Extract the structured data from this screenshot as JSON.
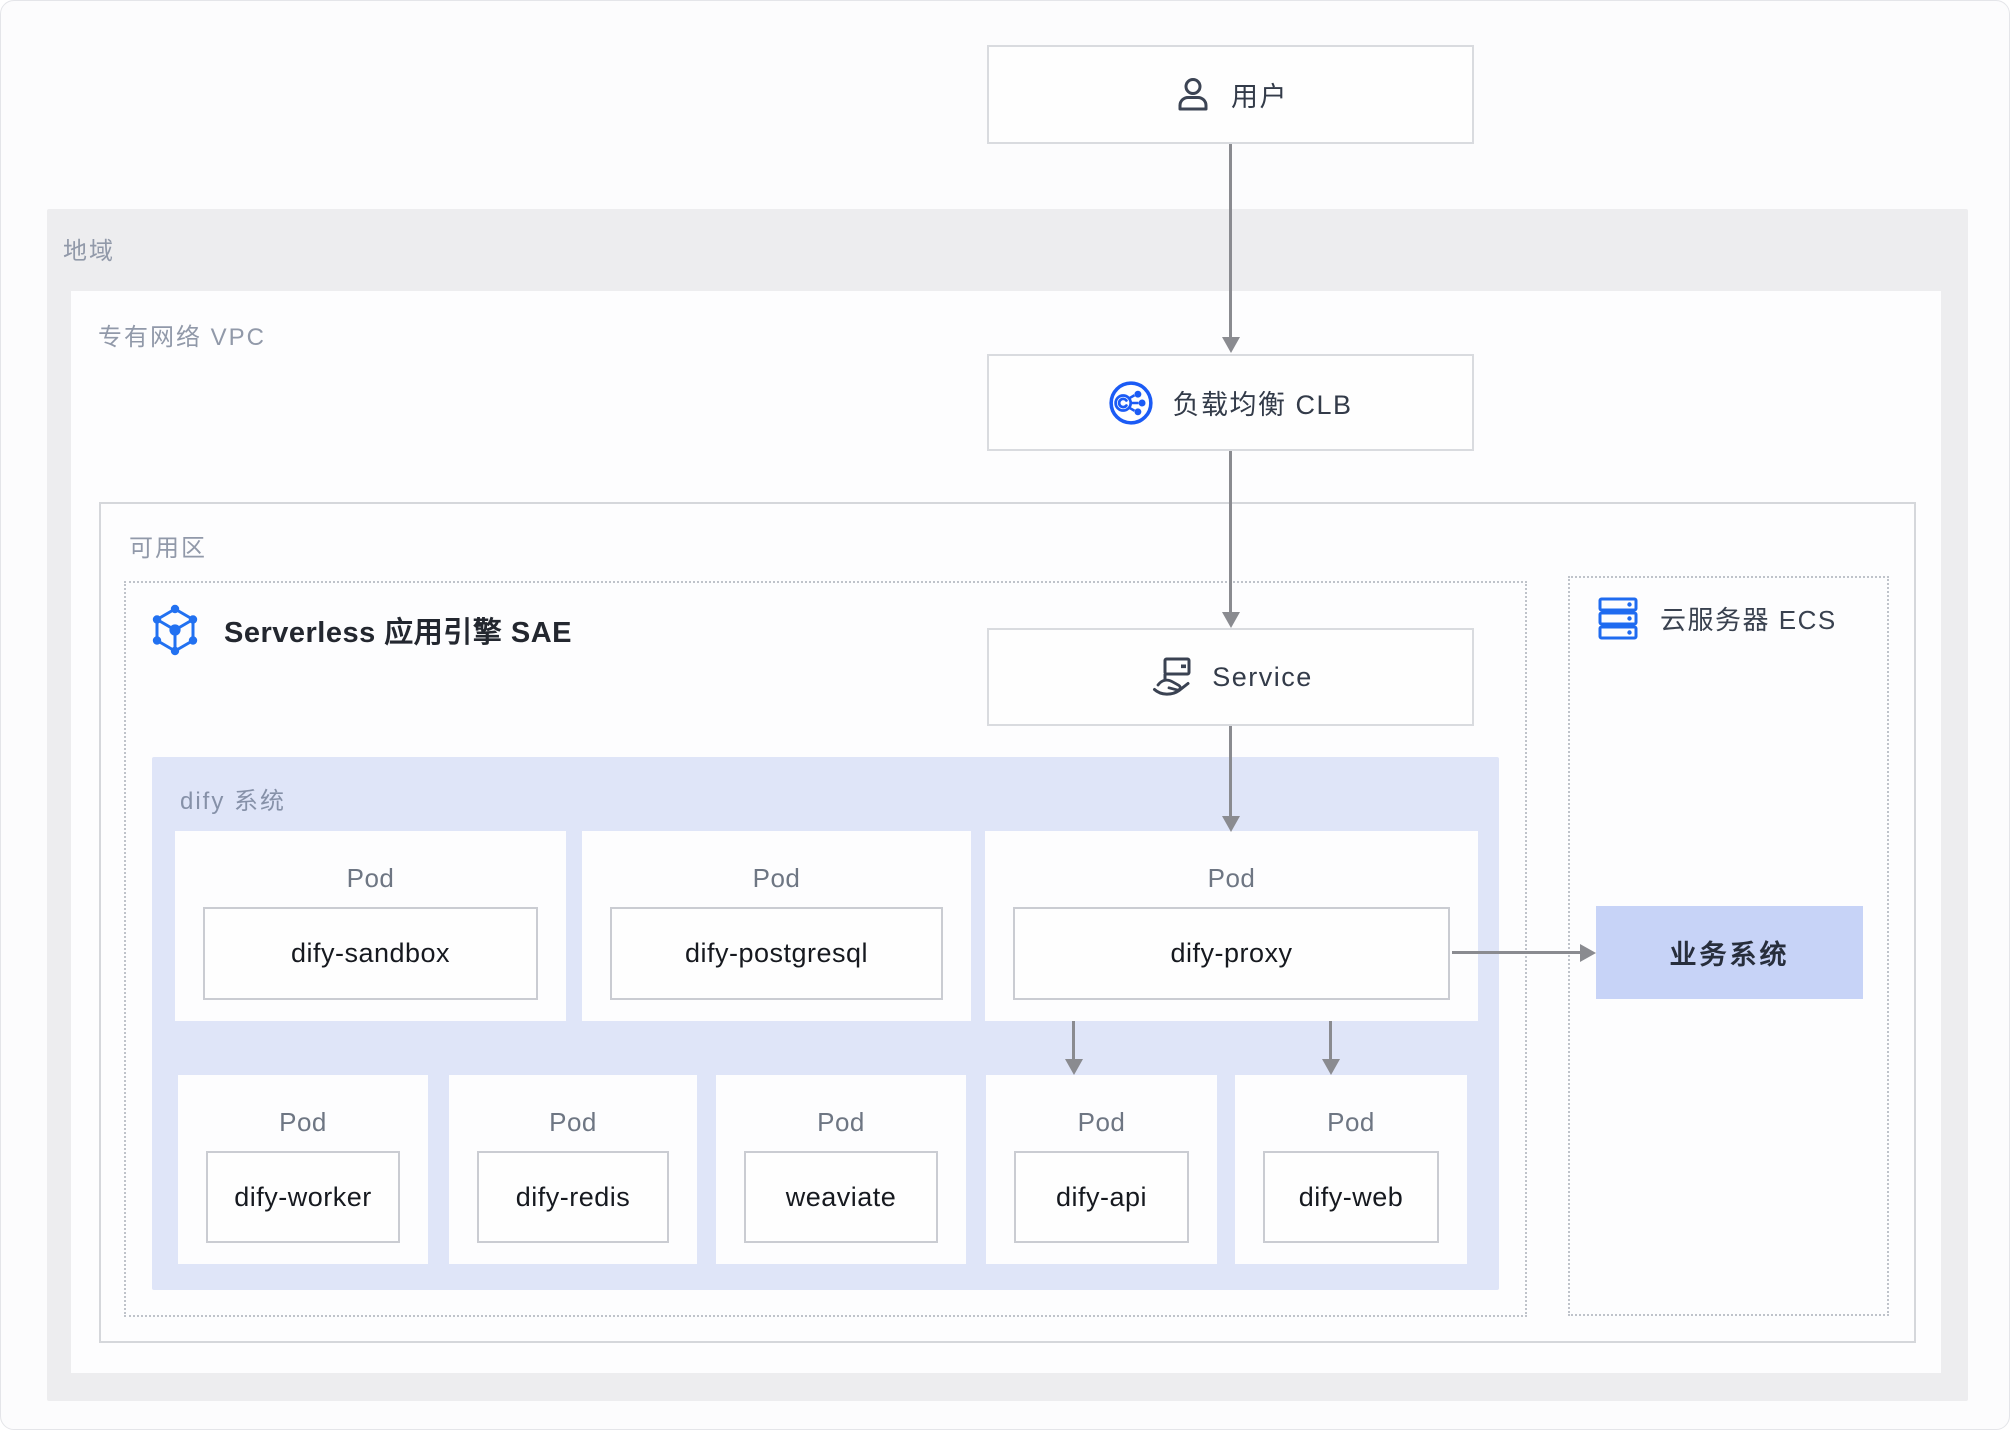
{
  "diagram": {
    "nodes": {
      "user": {
        "label": "用户",
        "icon": "user-icon"
      },
      "clb": {
        "label": "负载均衡 CLB",
        "icon": "clb-icon"
      },
      "service": {
        "label": "Service",
        "icon": "service-icon"
      },
      "business_system": {
        "label": "业务系统"
      }
    },
    "containers": {
      "region": {
        "label": "地域"
      },
      "vpc": {
        "label": "专有网络 VPC"
      },
      "availability_zone": {
        "label": "可用区"
      },
      "sae": {
        "label": "Serverless 应用引擎 SAE",
        "icon": "sae-icon"
      },
      "ecs": {
        "label": "云服务器 ECS",
        "icon": "ecs-icon"
      },
      "dify_system": {
        "label": "dify 系统"
      }
    },
    "pods": {
      "pod_label": "Pod",
      "top_row": [
        "dify-sandbox",
        "dify-postgresql",
        "dify-proxy"
      ],
      "bottom_row": [
        "dify-worker",
        "dify-redis",
        "weaviate",
        "dify-api",
        "dify-web"
      ]
    },
    "edges": [
      {
        "from": "用户",
        "to": "负载均衡 CLB"
      },
      {
        "from": "负载均衡 CLB",
        "to": "Service"
      },
      {
        "from": "Service",
        "to": "dify-proxy"
      },
      {
        "from": "dify-proxy",
        "to": "dify-api"
      },
      {
        "from": "dify-proxy",
        "to": "dify-web"
      },
      {
        "from": "dify-proxy",
        "to": "业务系统"
      }
    ],
    "colors": {
      "accent_blue": "#1f66f0",
      "arrow_gray": "#8a8b90",
      "dify_bg": "#dfe5f8",
      "business_bg": "#c7d3f7",
      "region_bg": "#ededef"
    }
  }
}
